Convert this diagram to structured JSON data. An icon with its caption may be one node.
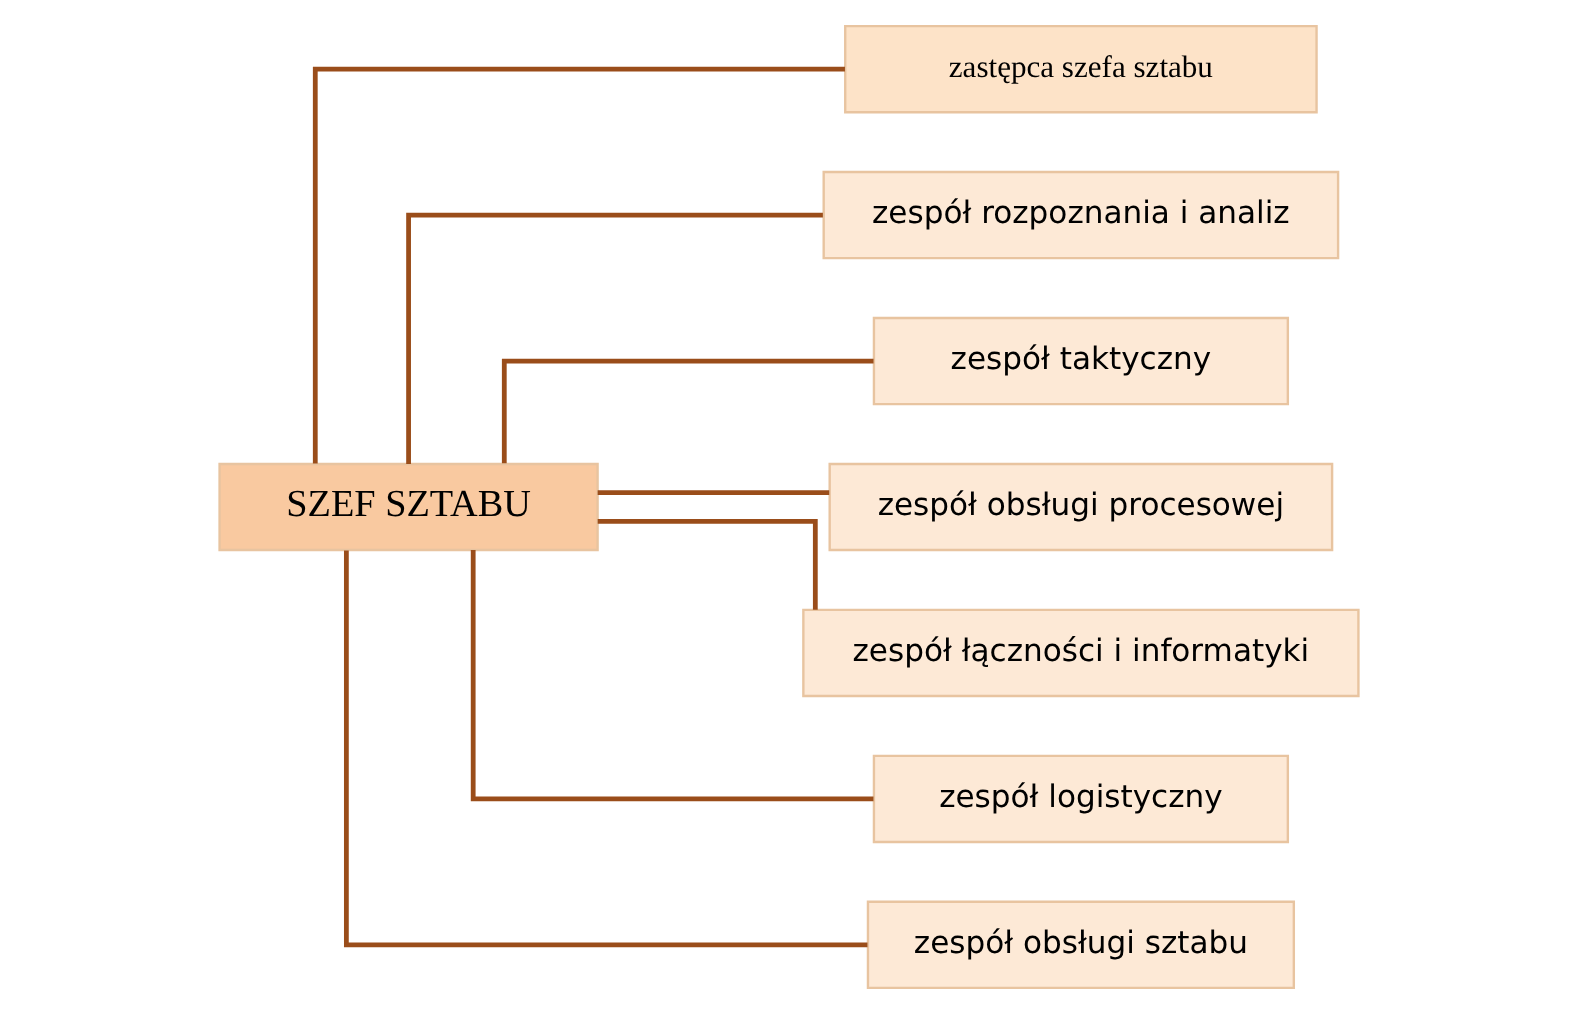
{
  "diagram": {
    "nodes": [
      {
        "text": [
          "SZEF SZTABU"
        ]
      },
      {
        "text": [
          "zastępca szefa sztabu"
        ]
      },
      {
        "text": [
          "zespół rozpoznania i analiz"
        ]
      },
      {
        "text": [
          "zespół taktyczny"
        ]
      },
      {
        "text": [
          "zespół obsługi procesowej"
        ]
      },
      {
        "text": [
          "zespół łączności i informatyki"
        ]
      },
      {
        "text": [
          "zespół logistyczny"
        ]
      },
      {
        "text": [
          "zespół obsługi sztabu"
        ]
      }
    ],
    "edges": [
      {
        "from": 0,
        "to": 1,
        "arrow": "none"
      },
      {
        "from": 0,
        "to": 2,
        "arrow": "none"
      },
      {
        "from": 0,
        "to": 3,
        "arrow": "none"
      },
      {
        "from": 0,
        "to": 4,
        "arrow": "none"
      },
      {
        "from": 0,
        "to": 5,
        "arrow": "none"
      },
      {
        "from": 0,
        "to": 6,
        "arrow": "none"
      },
      {
        "from": 0,
        "to": 7,
        "arrow": "none"
      }
    ]
  }
}
